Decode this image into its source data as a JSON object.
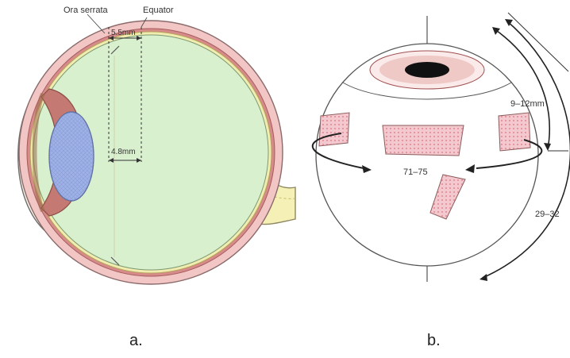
{
  "panel_a": {
    "ora_serrata_label": "Ora serrata",
    "equator_label": "Equator",
    "distance_top_label": "5.5mm",
    "distance_bottom_label": "4.8mm",
    "caption": "a."
  },
  "panel_b": {
    "muscle_width_label": "9–12mm",
    "circumference_label": "71–75",
    "height_label": "29–32",
    "caption": "b."
  },
  "colors": {
    "sclera_pink": "#f2c6c4",
    "retina_green": "#d9f0cf",
    "lens_blue": "#9fb2e6",
    "nerve_yellow": "#f5f0b5",
    "muscle_pink": "#f3c9cf"
  }
}
